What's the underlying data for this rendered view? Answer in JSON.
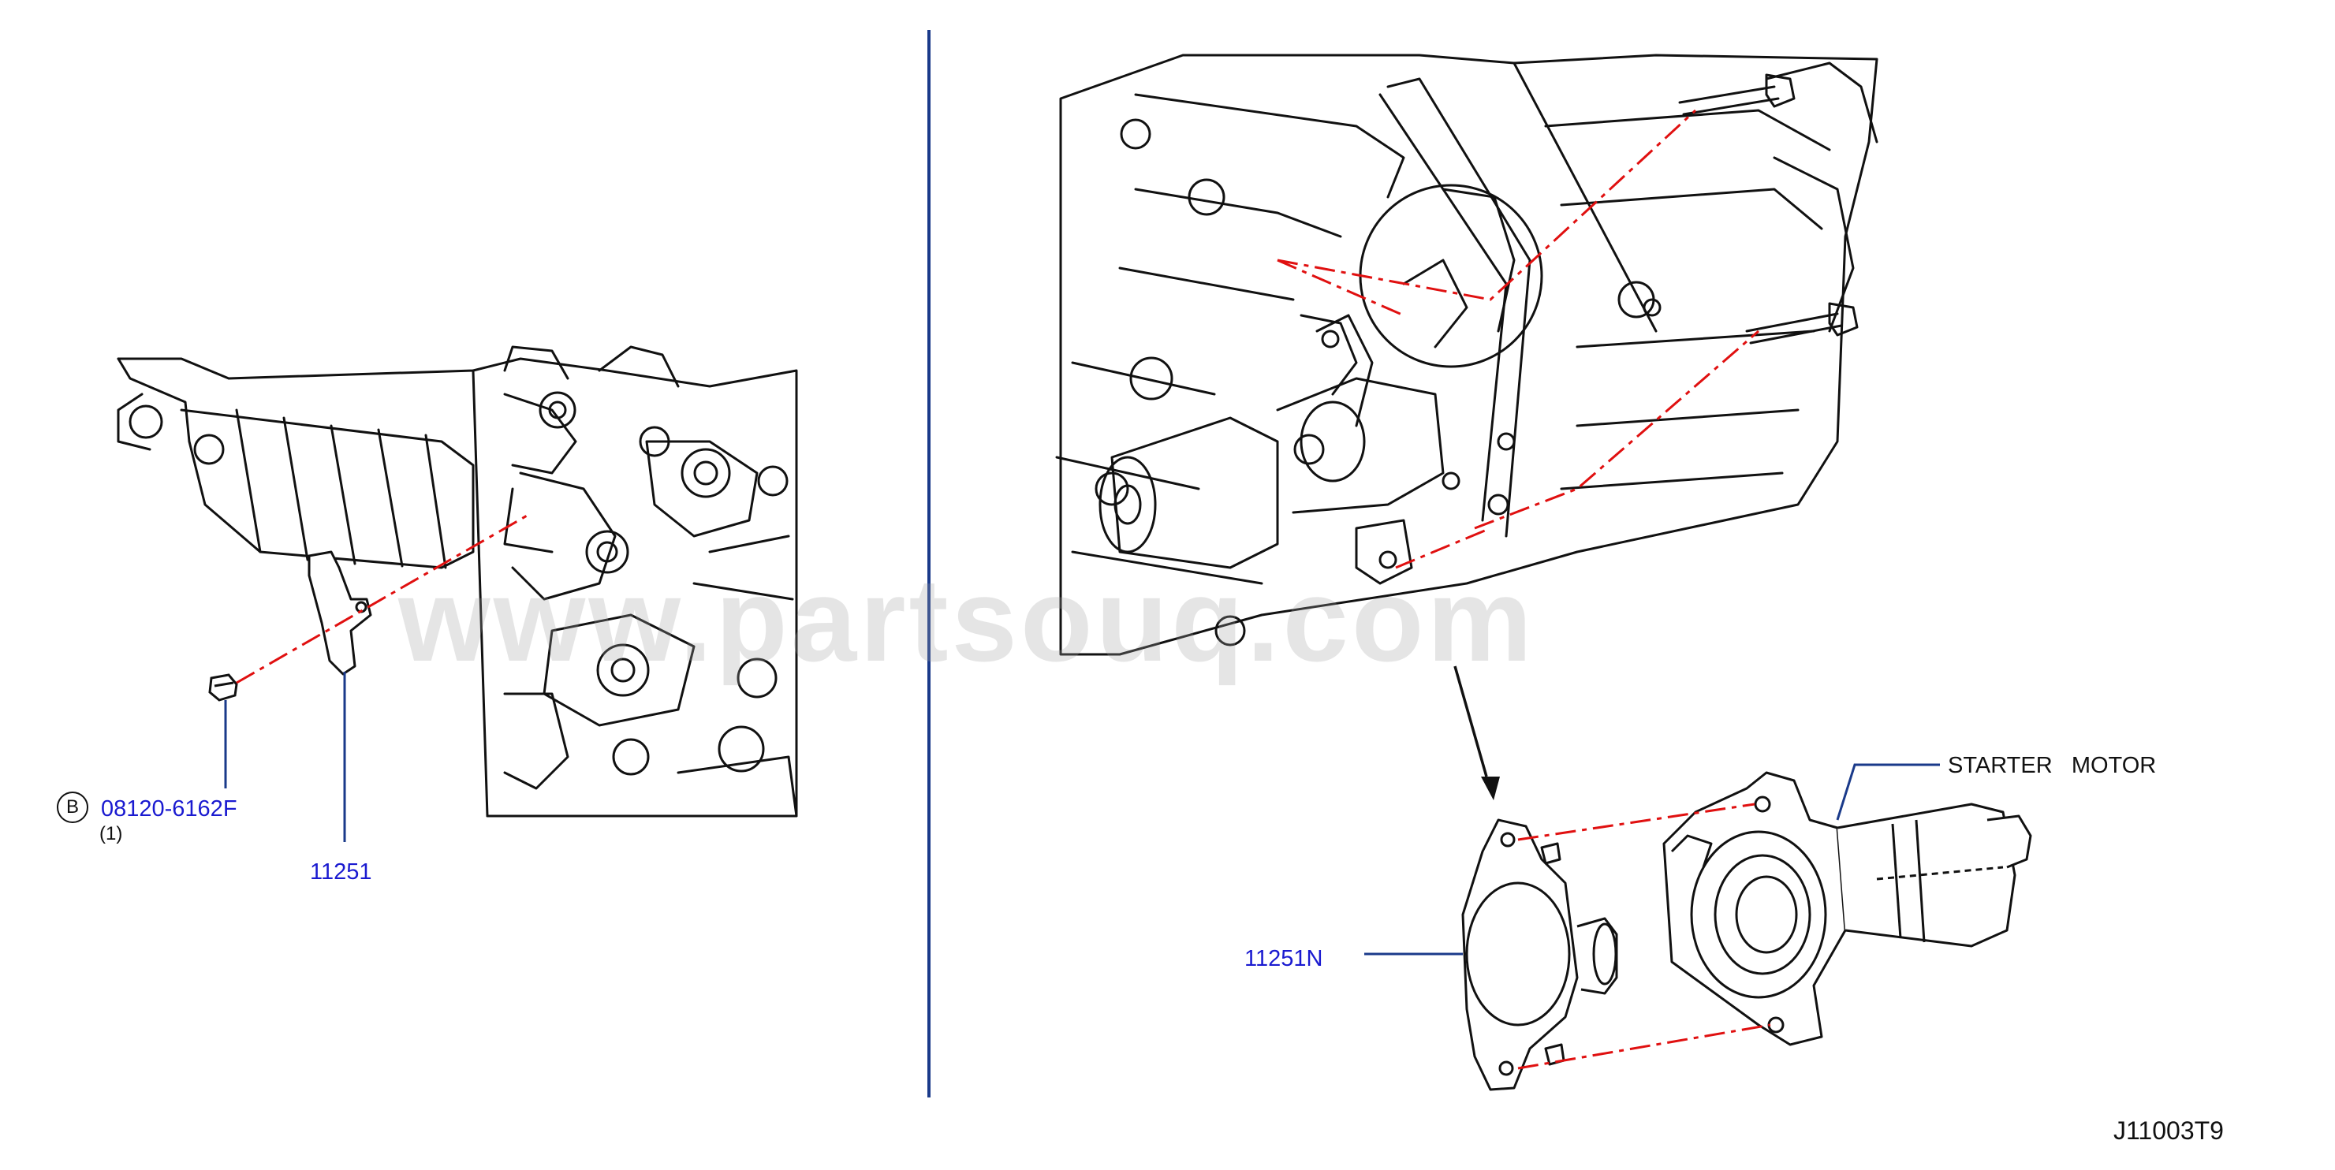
{
  "watermark": "www.partsouq.com",
  "diagram_code": "J11003T9",
  "parts": {
    "bolt": {
      "number": "08120-6162F",
      "ref_letter": "B",
      "qty": "(1)"
    },
    "plate_left": {
      "number": "11251"
    },
    "plate_right": {
      "number": "11251N"
    },
    "starter": {
      "label": "STARTER   MOTOR"
    }
  },
  "colors": {
    "line": "#111111",
    "dash": "#e01010",
    "divider": "#1a3a8a",
    "leader": "#1a3a8a",
    "part_text": "#1a1ad0"
  }
}
